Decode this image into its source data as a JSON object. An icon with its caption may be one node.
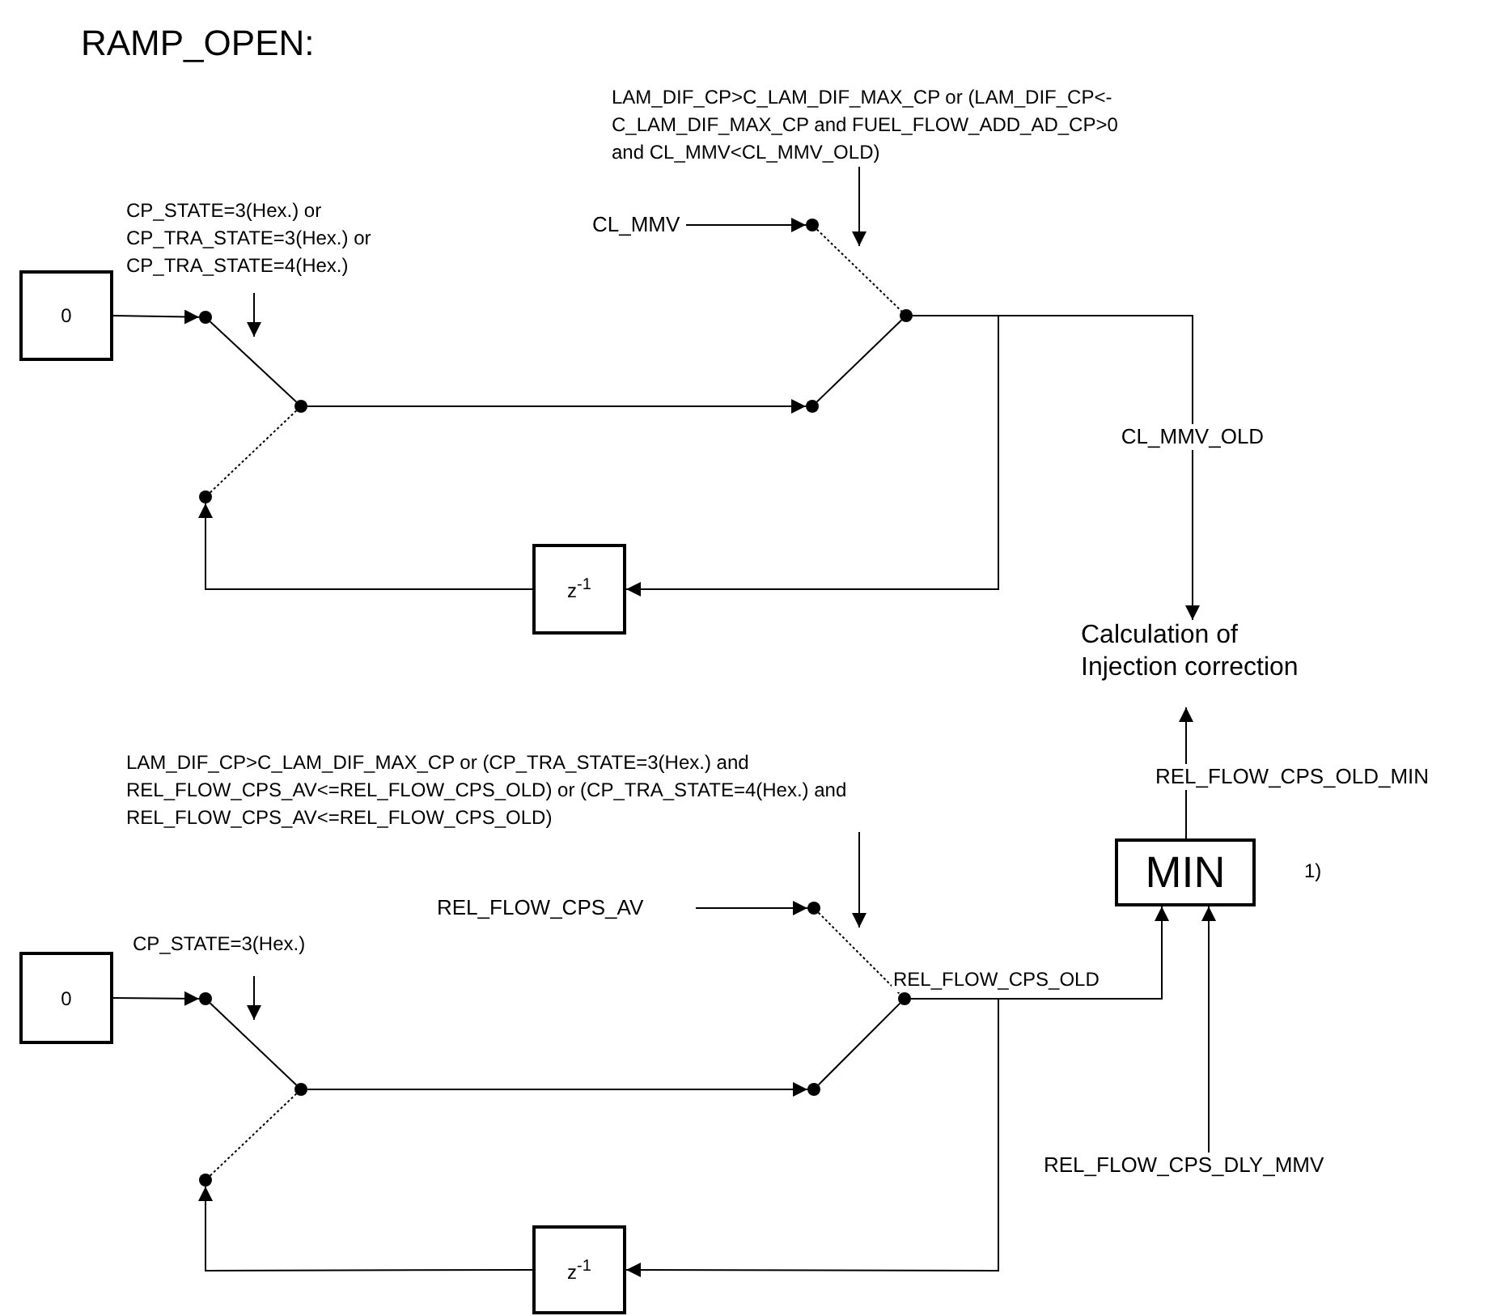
{
  "diagram": {
    "title": "RAMP_OPEN:",
    "nodes": [
      {
        "text": [
          "0"
        ]
      },
      {
        "text": [
          "CP_STATE=3(Hex.) or CP_TRA_STATE=3(Hex.) or CP_TRA_STATE=4(Hex.)"
        ]
      },
      {
        "text": [],
        "shape": "circle"
      },
      {
        "text": [],
        "shape": "circle"
      },
      {
        "text": [],
        "shape": "circle"
      },
      {
        "text": [
          "z$^{-1}$"
        ]
      },
      {
        "text": [
          "LAM_DIF_CP>C_LAM_DIF_MAX_CP or (LAM_DIF_CP<-C_LAM_DIF_MAX_CP and FUEL_FLOW_ADD_AD_CP>0 and CL_MMV<CL_MMV_OLD)"
        ]
      },
      {
        "text": [
          "CL_MMV"
        ]
      },
      {
        "text": [],
        "shape": "circle"
      },
      {
        "text": [],
        "shape": "circle"
      },
      {
        "text": [],
        "shape": "circle"
      },
      {
        "text": [
          "Calculation of Injection correction"
        ]
      },
      {
        "text": [
          "LAM_DIF_CP>C_LAM_DIF_MAX_CP or (CP_TRA_STATE=3(Hex.) and REL_FLOW_CPS_AV<=REL_FLOW_CPS_OLD) or (CP_TRA_STATE=4(Hex.) and REL_FLOW_CPS_AV<=REL_FLOW_CPS_OLD)"
        ]
      },
      {
        "text": [
          "REL_FLOW_CPS_AV"
        ]
      },
      {
        "text": [
          "MIN"
        ]
      },
      {
        "text": [
          "0"
        ]
      },
      {
        "text": [
          "CP_STATE=3(Hex.)"
        ]
      },
      {
        "text": [],
        "shape": "circle"
      },
      {
        "text": [],
        "shape": "circle"
      },
      {
        "text": [],
        "shape": "circle"
      },
      {
        "text": [],
        "shape": "circle"
      },
      {
        "text": [],
        "shape": "circle"
      },
      {
        "text": [],
        "shape": "circle"
      },
      {
        "text": [
          "z$^{-1}$"
        ]
      },
      {
        "text": [
          "REL_FLOW_CPS_DLY_MMV"
        ]
      }
    ],
    "edges": [
      {
        "from": 0,
        "to": 2,
        "arrow": "to"
      },
      {
        "from": 1,
        "to": null,
        "arrow": "to"
      },
      {
        "from": 2,
        "to": 3,
        "arrow": "none"
      },
      {
        "from": 4,
        "to": 3,
        "arrow": "none",
        "style": "dashed"
      },
      {
        "from": 3,
        "to": 10,
        "arrow": "to"
      },
      {
        "from": 5,
        "to": 4,
        "arrow": "to"
      },
      {
        "from": 6,
        "to": null,
        "arrow": "to"
      },
      {
        "from": 7,
        "to": 8,
        "arrow": "to"
      },
      {
        "from": 8,
        "to": 9,
        "arrow": "none",
        "style": "dashed"
      },
      {
        "from": 10,
        "to": 9,
        "arrow": "none"
      },
      {
        "from": 9,
        "to": 5,
        "arrow": "to"
      },
      {
        "from": 9,
        "to": 11,
        "arrow": "to",
        "label": "CL_MMV_OLD"
      },
      {
        "from": 12,
        "to": null,
        "arrow": "to"
      },
      {
        "from": 13,
        "to": 20,
        "arrow": "to"
      },
      {
        "from": 15,
        "to": 17,
        "arrow": "to"
      },
      {
        "from": 16,
        "to": null,
        "arrow": "to"
      },
      {
        "from": 17,
        "to": 18,
        "arrow": "none"
      },
      {
        "from": 19,
        "to": 18,
        "arrow": "none",
        "style": "dashed"
      },
      {
        "from": 18,
        "to": 22,
        "arrow": "to"
      },
      {
        "from": 23,
        "to": 19,
        "arrow": "to"
      },
      {
        "from": 20,
        "to": 21,
        "arrow": "none",
        "style": "dashed"
      },
      {
        "from": 22,
        "to": 21,
        "arrow": "none"
      },
      {
        "from": 21,
        "to": 14,
        "arrow": "to",
        "label": "REL_FLOW_CPS_OLD"
      },
      {
        "from": 21,
        "to": 23,
        "arrow": "to"
      },
      {
        "from": 24,
        "to": 14,
        "arrow": "to"
      },
      {
        "from": 14,
        "to": 11,
        "arrow": "to",
        "label": "REL_FLOW_CPS_OLD_MIN"
      }
    ],
    "labels": [
      "1)"
    ]
  }
}
